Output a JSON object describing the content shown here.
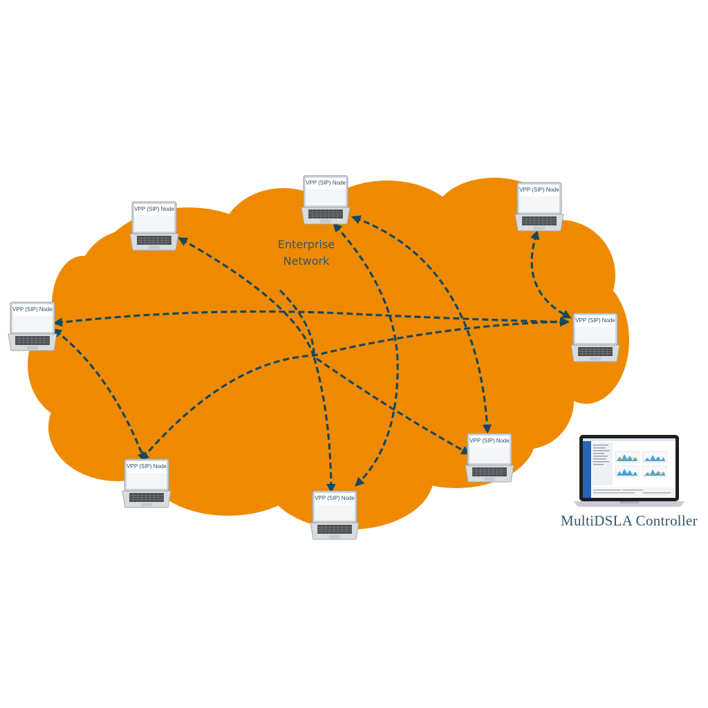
{
  "diagram": {
    "cloud_label_line1": "Enterprise",
    "cloud_label_line2": "Network",
    "controller_label": "MultiDSLA Controller",
    "node_label": "VPP (SIP) Node",
    "nodes": [
      {
        "id": "node-top-left",
        "label": "VPP (SIP) Node"
      },
      {
        "id": "node-top-center",
        "label": "VPP (SIP) Node"
      },
      {
        "id": "node-top-right",
        "label": "VPP (SIP) Node"
      },
      {
        "id": "node-mid-left",
        "label": "VPP (SIP) Node"
      },
      {
        "id": "node-mid-right",
        "label": "VPP (SIP) Node"
      },
      {
        "id": "node-bottom-left",
        "label": "VPP (SIP) Node"
      },
      {
        "id": "node-bottom-center",
        "label": "VPP (SIP) Node"
      },
      {
        "id": "node-bottom-right",
        "label": "VPP (SIP) Node"
      }
    ],
    "links": [
      {
        "from": "node-top-left",
        "to": "node-bottom-right"
      },
      {
        "from": "node-mid-left",
        "to": "node-mid-right"
      },
      {
        "from": "node-mid-left",
        "to": "node-bottom-left"
      },
      {
        "from": "node-bottom-left",
        "to": "node-mid-right"
      },
      {
        "from": "node-top-center",
        "to": "node-bottom-center"
      },
      {
        "from": "node-top-center",
        "to": "node-bottom-right"
      },
      {
        "from": "node-top-right",
        "to": "node-mid-right"
      }
    ],
    "colors": {
      "cloud": "#ef8a00",
      "link": "#17485c",
      "label": "#31576d"
    }
  }
}
